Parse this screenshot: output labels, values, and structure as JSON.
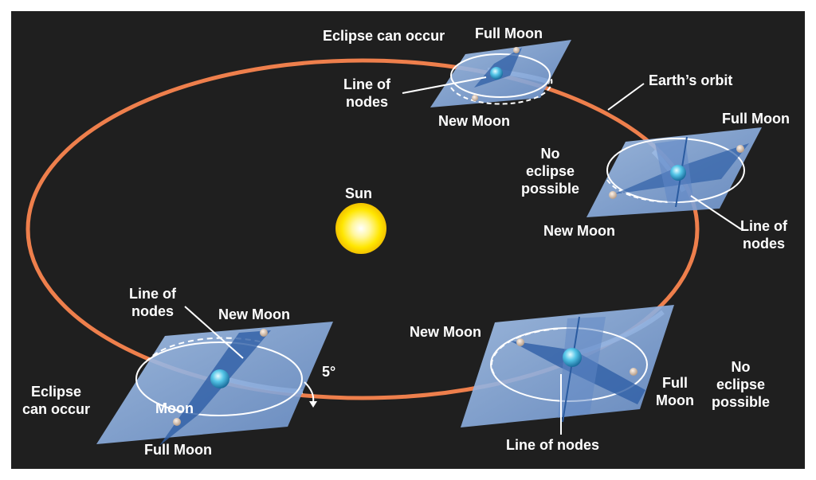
{
  "labels": {
    "eclipse_top": "Eclipse can occur",
    "full_moon_top": "Full Moon",
    "line_of_nodes_top": "Line of\nnodes",
    "new_moon_top": "New Moon",
    "earths_orbit": "Earth’s orbit",
    "full_moon_right": "Full Moon",
    "no_eclipse_right": "No\neclipse\npossible",
    "new_moon_right": "New Moon",
    "line_of_nodes_right": "Line of\nnodes",
    "sun": "Sun",
    "line_of_nodes_left": "Line of\nnodes",
    "new_moon_left": "New Moon",
    "angle": "5°",
    "eclipse_left": "Eclipse\ncan occur",
    "moon_left": "Moon",
    "full_moon_left": "Full Moon",
    "new_moon_br": "New Moon",
    "full_moon_br": "Full\nMoon",
    "no_eclipse_br": "No\neclipse\npossible",
    "line_of_nodes_br": "Line of nodes"
  },
  "colors": {
    "background": "#1f1f1f",
    "orbit": "#ee7f4c",
    "sun": "#ffe600",
    "plane": "#8fb2e3",
    "text": "#ffffff"
  }
}
